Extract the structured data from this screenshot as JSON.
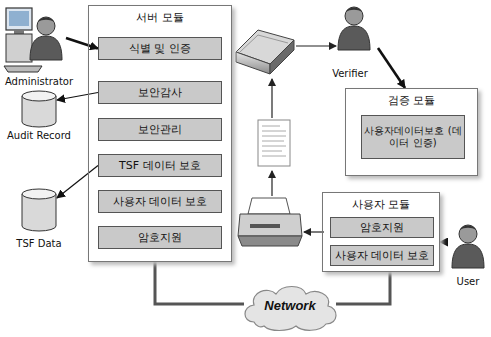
{
  "diagram": {
    "nodes": [
      {
        "text": [
          "Administrator"
        ]
      },
      {
        "text": [
          "서버 모듈"
        ]
      },
      {
        "text": [
          "식별 및 인증"
        ],
        "in": 1
      },
      {
        "text": [
          "보안감사"
        ],
        "in": 1
      },
      {
        "text": [
          "보안관리"
        ],
        "in": 1
      },
      {
        "text": [
          "TSF 데이터 보호"
        ],
        "in": 1
      },
      {
        "text": [
          "사용자 데이터 보호"
        ],
        "in": 1
      },
      {
        "text": [
          "암호지원"
        ],
        "in": 1
      },
      {
        "text": [
          "Audit Record"
        ]
      },
      {
        "text": [
          "TSF Data"
        ]
      },
      {
        "text": [
          "Verifier"
        ]
      },
      {
        "text": [
          "검증 모듈"
        ]
      },
      {
        "text": [
          "사용자데이터보호 (데이터 인증)"
        ],
        "in": 11
      },
      {
        "text": [
          "사용자 모듈"
        ]
      },
      {
        "text": [
          "암호지원"
        ],
        "in": 13
      },
      {
        "text": [
          "사용자 데이터 보호"
        ],
        "in": 13
      },
      {
        "text": [
          "User"
        ]
      },
      {
        "text": [
          "Network"
        ]
      }
    ],
    "edges": [
      {
        "from": 0,
        "to": 2,
        "arrow": "to"
      },
      {
        "from": 3,
        "to": 8,
        "arrow": "to"
      },
      {
        "from": 5,
        "to": 9,
        "arrow": "to"
      },
      {
        "from": 10,
        "to": 11,
        "arrow": "to"
      },
      {
        "from": 16,
        "to": 13,
        "arrow": "to"
      },
      {
        "from": 1,
        "to": 17,
        "arrow": "none"
      },
      {
        "from": 17,
        "to": 13,
        "arrow": "none"
      }
    ]
  }
}
